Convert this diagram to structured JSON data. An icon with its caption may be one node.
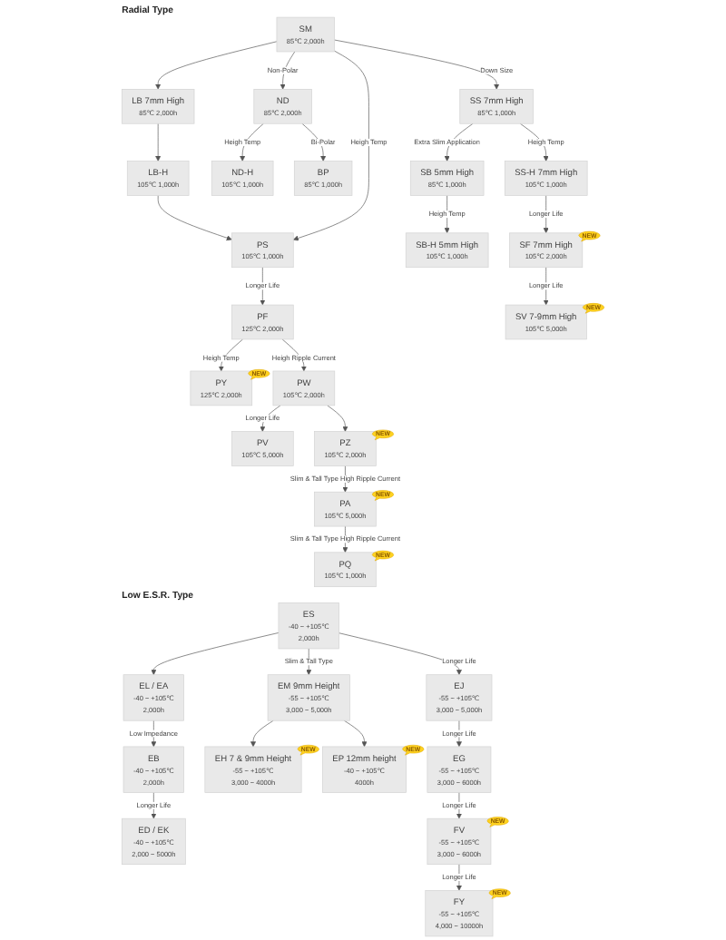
{
  "diagram": {
    "nodes": [
      {
        "text": [
          "PY",
          "125℃ 2,000h"
        ],
        "beside": [
          "NEW"
        ]
      },
      {
        "text": [
          "PV",
          "105℃ 5,000h"
        ]
      },
      {
        "text": [
          "LB-H",
          "105℃ 1,000h"
        ]
      },
      {
        "text": [
          "PS",
          "105℃ 1,000h"
        ]
      },
      {
        "text": [
          "PF",
          "125℃ 2,000h"
        ]
      },
      {
        "text": [
          "PW",
          "105℃ 2,000h"
        ]
      },
      {
        "text": [
          "PZ",
          "105℃ 2,000h"
        ],
        "beside": [
          "NEW"
        ]
      },
      {
        "text": [
          "PA",
          "105℃ 5,000h"
        ],
        "beside": [
          "NEW"
        ]
      },
      {
        "text": [
          "LB 7mm High",
          "85℃ 2,000h"
        ]
      },
      {
        "text": [
          "SM",
          "85℃ 2,000h"
        ]
      },
      {
        "text": [
          "ND",
          "85℃ 2,000h"
        ]
      },
      {
        "text": [
          "ND-H",
          "105℃ 1,000h"
        ]
      },
      {
        "text": [
          "PQ",
          "105℃ 1,000h"
        ],
        "beside": [
          "NEW"
        ]
      },
      {
        "text": [
          "BP",
          "85℃ 1,000h"
        ]
      },
      {
        "text": [
          "SS-H 7mm High",
          "105℃ 1,000h"
        ]
      },
      {
        "text": [
          "SS 7mm High",
          "85℃ 1,000h"
        ]
      },
      {
        "text": [
          "SB 5mm High",
          "85℃ 1,000h"
        ]
      },
      {
        "text": [
          "SB-H 5mm High",
          "105℃ 1,000h"
        ]
      },
      {
        "text": [
          "SF 7mm High",
          "105℃ 2,000h"
        ],
        "beside": [
          "NEW"
        ]
      },
      {
        "text": [
          "SV 7-9mm High",
          "105℃ 5,000h"
        ],
        "beside": [
          "NEW"
        ]
      },
      {
        "text": [
          "EL / EA",
          "-40 ~ +105℃",
          "2,000h"
        ]
      },
      {
        "text": [
          "EB",
          "-40 ~ +105℃",
          "2,000h"
        ]
      },
      {
        "text": [
          "ED / EK",
          "-40 ~ +105℃",
          "2,000 ~ 5000h"
        ]
      },
      {
        "text": [
          "ES",
          "-40 ~ +105℃",
          "2,000h"
        ]
      },
      {
        "text": [
          "EJ",
          "-55 ~ +105℃",
          "3,000 ~ 5,000h"
        ]
      },
      {
        "text": [
          "EG",
          "-55 ~ +105℃",
          "3,000 ~ 6000h"
        ]
      },
      {
        "text": [
          "FV",
          "-55 ~ +105℃",
          "3,000 ~ 6000h"
        ],
        "beside": [
          "NEW"
        ]
      },
      {
        "text": [
          "FY",
          "-55 ~ +105℃",
          "4,000 ~ 10000h"
        ],
        "beside": [
          "NEW"
        ]
      },
      {
        "text": [
          "EM 9mm Height",
          "-55 ~ +105℃",
          "3,000 ~ 5,000h"
        ]
      },
      {
        "text": [
          "EH 7 & 9mm Height",
          "-55 ~ +105℃",
          "3,000 ~ 4000h"
        ],
        "beside": [
          "NEW"
        ]
      },
      {
        "text": [
          "EP 12mm height",
          "-40 ~ +105℃",
          "4000h"
        ],
        "beside": [
          "NEW"
        ]
      }
    ],
    "edges": [
      {
        "from": 4,
        "to": 0,
        "arrow": "to",
        "label": "Heigh Temp"
      },
      {
        "from": 5,
        "to": 1,
        "arrow": "to",
        "label": "Longer Life"
      },
      {
        "from": 2,
        "to": 3,
        "arrow": "to"
      },
      {
        "from": 3,
        "to": 4,
        "arrow": "to",
        "label": "Longer Life"
      },
      {
        "from": 4,
        "to": 5,
        "arrow": "to",
        "label": "Heigh Ripple Current"
      },
      {
        "from": 5,
        "to": 6,
        "arrow": "to"
      },
      {
        "from": 6,
        "to": 7,
        "arrow": "to",
        "label": "Slim & Tall Type High Ripple Current"
      },
      {
        "from": 8,
        "to": 2,
        "arrow": "to"
      },
      {
        "from": 9,
        "to": 3,
        "arrow": "to",
        "label": "Heigh Temp"
      },
      {
        "from": 9,
        "to": 8,
        "arrow": "to"
      },
      {
        "from": 9,
        "to": 10,
        "arrow": "to",
        "label": "Non-Polar"
      },
      {
        "from": 10,
        "to": 11,
        "arrow": "to",
        "label": "Heigh Temp"
      },
      {
        "from": 7,
        "to": 12,
        "arrow": "to",
        "label": "Slim & Tall Type High Ripple Current"
      },
      {
        "from": 10,
        "to": 13,
        "arrow": "to",
        "label": "Bi-Polar"
      },
      {
        "from": 9,
        "to": 15,
        "arrow": "to",
        "label": "Down Size"
      },
      {
        "from": 15,
        "to": 14,
        "arrow": "to",
        "label": "Heigh Temp"
      },
      {
        "from": 15,
        "to": 16,
        "arrow": "to",
        "label": "Extra Slim Application"
      },
      {
        "from": 16,
        "to": 17,
        "arrow": "to",
        "label": "Heigh Temp"
      },
      {
        "from": 14,
        "to": 18,
        "arrow": "to",
        "label": "Longer Life"
      },
      {
        "from": 18,
        "to": 19,
        "arrow": "to",
        "label": "Longer Life"
      },
      {
        "from": 23,
        "to": 20,
        "arrow": "to"
      },
      {
        "from": 20,
        "to": 21,
        "arrow": "to",
        "label": "Low Impedance"
      },
      {
        "from": 21,
        "to": 22,
        "arrow": "to",
        "label": "Longer Life"
      },
      {
        "from": 23,
        "to": 24,
        "arrow": "to",
        "label": "Longer Life"
      },
      {
        "from": 24,
        "to": 25,
        "arrow": "to",
        "label": "Longer Life"
      },
      {
        "from": 25,
        "to": 26,
        "arrow": "to",
        "label": "Longer Life"
      },
      {
        "from": 26,
        "to": 27,
        "arrow": "to",
        "label": "Longer Life"
      },
      {
        "from": 23,
        "to": 28,
        "arrow": "to",
        "label": "Slim & Tall Type"
      },
      {
        "from": 28,
        "to": 29,
        "arrow": "to"
      },
      {
        "from": 28,
        "to": 30,
        "arrow": "to"
      }
    ],
    "labels": [
      "Radial Type",
      "Low E.S.R. Type"
    ]
  }
}
